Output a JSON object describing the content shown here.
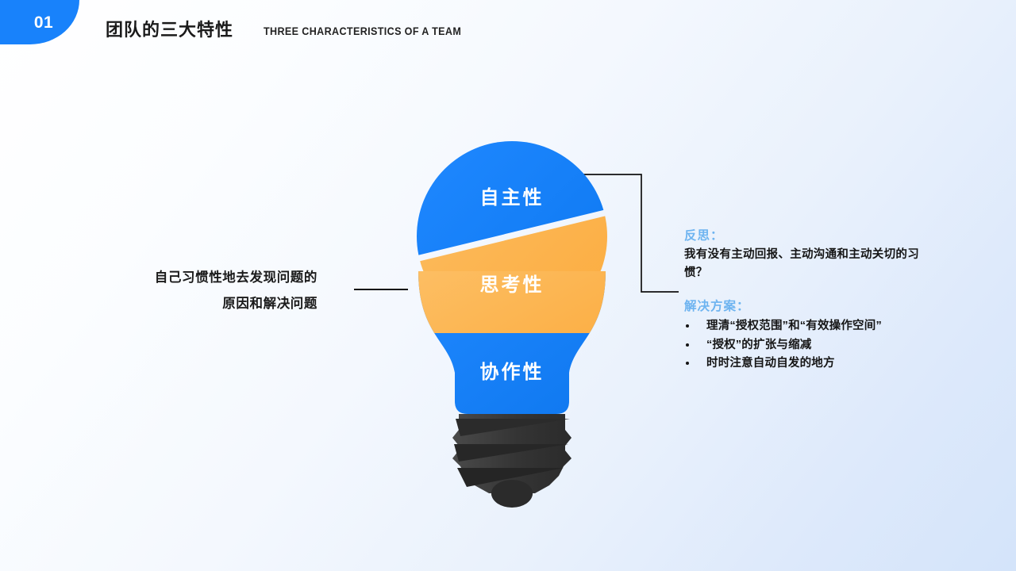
{
  "header": {
    "number": "01",
    "title_cn": "团队的三大特性",
    "title_en": "THREE CHARACTERISTICS OF A TEAM",
    "tab_color": "#1882fb"
  },
  "diagram": {
    "type": "lightbulb-three-segment",
    "colors": {
      "blue": "#1882fb",
      "orange": "#fbb54e",
      "base": "#3a3a3a"
    },
    "segments": [
      {
        "id": "top",
        "label": "自主性",
        "color": "#1882fb"
      },
      {
        "id": "middle",
        "label": "思考性",
        "color": "#fbb54e"
      },
      {
        "id": "bottom",
        "label": "协作性",
        "color": "#1882fb"
      }
    ]
  },
  "left_caption": {
    "line1": "自己习惯性地去发现问题的",
    "line2": "原因和解决问题"
  },
  "right_body": {
    "heading_1": "反思：",
    "paragraph_1": "我有没有主动回报、主动沟通和主动关切的习惯？",
    "heading_2": "解决方案：",
    "bullets": [
      "理清“授权范围”和“有效操作空间”",
      "“授权”的扩张与缩减",
      "时时注意自动自发的地方"
    ],
    "heading_color": "#6eb4f0"
  }
}
